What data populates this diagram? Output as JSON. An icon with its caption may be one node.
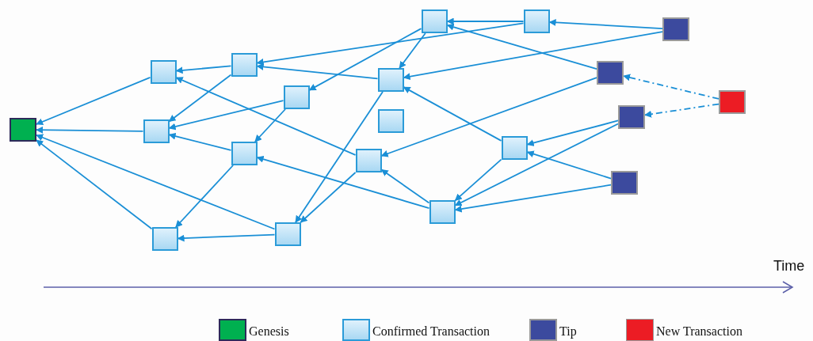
{
  "diagram": {
    "nodes": [
      {
        "text": [],
        "shape": "box"
      },
      {
        "text": [],
        "shape": "box"
      },
      {
        "text": [],
        "shape": "box"
      },
      {
        "text": [],
        "shape": "box"
      },
      {
        "text": [],
        "shape": "box"
      },
      {
        "text": [],
        "shape": "box"
      },
      {
        "text": [],
        "shape": "box"
      },
      {
        "text": [],
        "shape": "box"
      },
      {
        "text": [],
        "shape": "box"
      },
      {
        "text": [],
        "shape": "box"
      },
      {
        "text": [],
        "shape": "box"
      },
      {
        "text": [],
        "shape": "box"
      },
      {
        "text": [],
        "shape": "box"
      },
      {
        "text": [],
        "shape": "box"
      },
      {
        "text": [],
        "shape": "box"
      },
      {
        "text": [],
        "shape": "box"
      },
      {
        "text": [],
        "shape": "box"
      },
      {
        "text": [],
        "shape": "box"
      },
      {
        "text": [],
        "shape": "box"
      },
      {
        "text": [],
        "shape": "box"
      }
    ],
    "edges": [
      {
        "from": 1,
        "to": 0,
        "arrow": "to"
      },
      {
        "from": 2,
        "to": 0,
        "arrow": "to"
      },
      {
        "from": 3,
        "to": 0,
        "arrow": "to"
      },
      {
        "from": 7,
        "to": 0,
        "arrow": "to"
      },
      {
        "from": 4,
        "to": 1,
        "arrow": "to"
      },
      {
        "from": 12,
        "to": 1,
        "arrow": "to"
      },
      {
        "from": 4,
        "to": 2,
        "arrow": "to"
      },
      {
        "from": 5,
        "to": 2,
        "arrow": "to"
      },
      {
        "from": 6,
        "to": 2,
        "arrow": "to"
      },
      {
        "from": 6,
        "to": 3,
        "arrow": "to"
      },
      {
        "from": 7,
        "to": 3,
        "arrow": "to"
      },
      {
        "from": 9,
        "to": 4,
        "arrow": "to"
      },
      {
        "from": 10,
        "to": 4,
        "arrow": "to"
      },
      {
        "from": 8,
        "to": 5,
        "arrow": "to"
      },
      {
        "from": 5,
        "to": 6,
        "arrow": "to"
      },
      {
        "from": 14,
        "to": 6,
        "arrow": "to"
      },
      {
        "from": 10,
        "to": 7,
        "arrow": "to"
      },
      {
        "from": 12,
        "to": 7,
        "arrow": "to"
      },
      {
        "from": 9,
        "to": 8,
        "arrow": "to"
      },
      {
        "from": 16,
        "to": 8,
        "arrow": "to"
      },
      {
        "from": 15,
        "to": 9,
        "arrow": "to"
      },
      {
        "from": 8,
        "to": 10,
        "arrow": "to"
      },
      {
        "from": 15,
        "to": 10,
        "arrow": "to"
      },
      {
        "from": 13,
        "to": 10,
        "arrow": "to"
      },
      {
        "from": 16,
        "to": 12,
        "arrow": "to"
      },
      {
        "from": 14,
        "to": 12,
        "arrow": "to"
      },
      {
        "from": 17,
        "to": 13,
        "arrow": "to"
      },
      {
        "from": 18,
        "to": 13,
        "arrow": "to"
      },
      {
        "from": 13,
        "to": 14,
        "arrow": "to"
      },
      {
        "from": 17,
        "to": 14,
        "arrow": "to"
      },
      {
        "from": 18,
        "to": 14,
        "arrow": "to"
      },
      {
        "from": 19,
        "to": 16,
        "arrow": "to",
        "style": "dashed"
      },
      {
        "from": 19,
        "to": 17,
        "arrow": "to",
        "style": "dashed"
      }
    ],
    "labels": [
      "Time"
    ],
    "legend": [
      {
        "text": "Genesis",
        "color": "#00b050"
      },
      {
        "text": "Confirmed Transaction",
        "color": "#a9d8f3"
      },
      {
        "text": "Tip",
        "color": "#3c4a9e"
      },
      {
        "text": "New Transaction",
        "color": "#ec1c24"
      }
    ]
  }
}
